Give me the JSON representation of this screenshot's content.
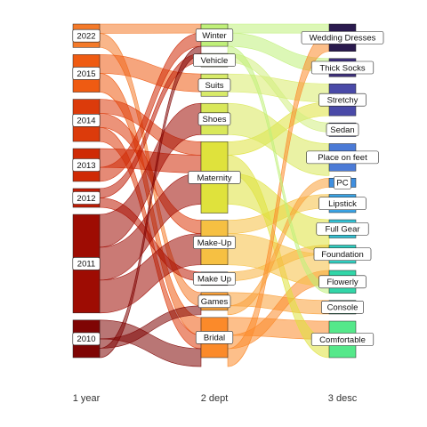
{
  "chart_data": {
    "type": "sankey",
    "title": "",
    "axes": [
      {
        "label": "1 year",
        "nodes": [
          {
            "name": "2022",
            "value": 5,
            "color": "#f47a2a"
          },
          {
            "name": "2015",
            "value": 8,
            "color": "#ef5b12"
          },
          {
            "name": "2014",
            "value": 9,
            "color": "#dc3b0b"
          },
          {
            "name": "2013",
            "value": 7,
            "color": "#cf2a05"
          },
          {
            "name": "2012",
            "value": 4,
            "color": "#bd1b04"
          },
          {
            "name": "2011",
            "value": 21,
            "color": "#9e0c03"
          },
          {
            "name": "2010",
            "value": 8,
            "color": "#7f0504"
          }
        ]
      },
      {
        "label": "2 dept",
        "nodes": [
          {
            "name": "Winter",
            "value": 5,
            "color": "#c0f07a"
          },
          {
            "name": "Vehicle",
            "value": 3,
            "color": "#d2ee80"
          },
          {
            "name": "Suits",
            "value": 5,
            "color": "#d8eb6a"
          },
          {
            "name": "Shoes",
            "value": 7,
            "color": "#d9e85a"
          },
          {
            "name": "Maternity",
            "value": 16,
            "color": "#dfe23c"
          },
          {
            "name": "Make-Up",
            "value": 10,
            "color": "#f6c042"
          },
          {
            "name": "Make Up",
            "value": 3,
            "color": "#f7b03c"
          },
          {
            "name": "Games",
            "value": 4,
            "color": "#f9a038"
          },
          {
            "name": "Bridal",
            "value": 9,
            "color": "#fb8a2a"
          }
        ]
      },
      {
        "label": "3 desc",
        "nodes": [
          {
            "name": "Wedding Dresses",
            "value": 6,
            "color": "#2a1a4e"
          },
          {
            "name": "Thick Socks",
            "value": 4,
            "color": "#3d2f7a"
          },
          {
            "name": "Stretchy",
            "value": 7,
            "color": "#4a4aa8"
          },
          {
            "name": "Sedan",
            "value": 3,
            "color": "#4f5fc4"
          },
          {
            "name": "Place on feet",
            "value": 6,
            "color": "#4b7ad6"
          },
          {
            "name": "PC",
            "value": 2,
            "color": "#3f8fe0"
          },
          {
            "name": "Lipstick",
            "value": 4,
            "color": "#3aa3e4"
          },
          {
            "name": "Full Gear",
            "value": 4,
            "color": "#32c0d2"
          },
          {
            "name": "Foundation",
            "value": 4,
            "color": "#30ccbf"
          },
          {
            "name": "Flowerly",
            "value": 5,
            "color": "#32d6a8"
          },
          {
            "name": "Console",
            "value": 3,
            "color": "#3ede96"
          },
          {
            "name": "Comfortable",
            "value": 8,
            "color": "#55e88a"
          }
        ]
      }
    ],
    "flows": [
      {
        "from": "2022",
        "to": "Winter",
        "to2": "Wedding Dresses",
        "value": 2
      },
      {
        "from": "2022",
        "to": "Games",
        "to2": "Console",
        "value": 3
      },
      {
        "from": "2015",
        "to": "Suits",
        "to2": "Stretchy",
        "value": 4
      },
      {
        "from": "2015",
        "to": "Bridal",
        "to2": "Comfortable",
        "value": 4
      },
      {
        "from": "2014",
        "to": "Maternity",
        "to2": "Stretchy",
        "value": 3
      },
      {
        "from": "2014",
        "to": "Make-Up",
        "to2": "Lipstick",
        "value": 3
      },
      {
        "from": "2014",
        "to": "Bridal",
        "to2": "Flowerly",
        "value": 3
      },
      {
        "from": "2013",
        "to": "Maternity",
        "to2": "Comfortable",
        "value": 4
      },
      {
        "from": "2013",
        "to": "Winter",
        "to2": "Thick Socks",
        "value": 3
      },
      {
        "from": "2012",
        "to": "Vehicle",
        "to2": "Sedan",
        "value": 2
      },
      {
        "from": "2012",
        "to": "Make Up",
        "to2": "Foundation",
        "value": 2
      },
      {
        "from": "2011",
        "to": "Shoes",
        "to2": "Place on feet",
        "value": 7
      },
      {
        "from": "2011",
        "to": "Maternity",
        "to2": "Full Gear",
        "value": 7
      },
      {
        "from": "2011",
        "to": "Make-Up",
        "to2": "Foundation",
        "value": 7
      },
      {
        "from": "2010",
        "to": "Bridal",
        "to2": "Wedding Dresses",
        "value": 4
      },
      {
        "from": "2010",
        "to": "Games",
        "to2": "PC",
        "value": 2
      },
      {
        "from": "2010",
        "to": "Winter",
        "to2": "Flowerly",
        "value": 2
      }
    ]
  }
}
